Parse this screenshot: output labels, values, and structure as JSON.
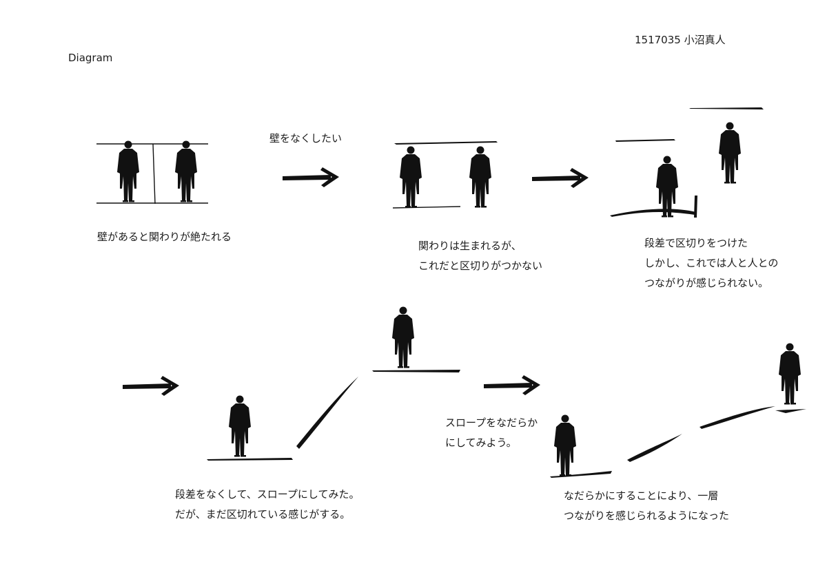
{
  "header": {
    "label": "Diagram",
    "author": "1517035 小沼真人"
  },
  "steps": [
    {
      "caption": "壁があると関わりが絶たれる"
    },
    {
      "caption": "関わりは生まれるが、\nこれだと区切りがつかない"
    },
    {
      "caption": "段差で区切りをつけた\nしかし、これでは人と人との\nつながりが感じられない。"
    },
    {
      "caption": "段差をなくして、スロープにしてみた。\nだが、まだ区切れている感じがする。"
    },
    {
      "caption": "なだらかにすることにより、一層\nつながりを感じられるようになった"
    }
  ],
  "transitions": [
    {
      "caption": "壁をなくしたい"
    },
    {
      "caption": ""
    },
    {
      "caption": ""
    },
    {
      "caption": "スロープをなだらか\nにしてみよう。"
    }
  ],
  "colors": {
    "ink": "#111111",
    "paper": "#ffffff"
  }
}
